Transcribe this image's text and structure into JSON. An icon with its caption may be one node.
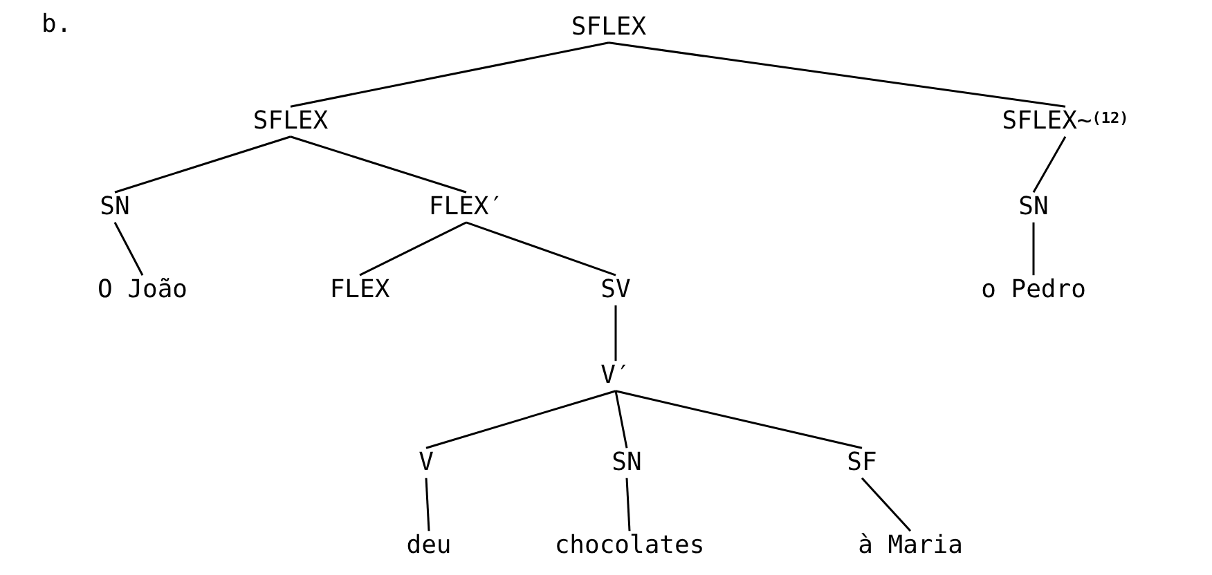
{
  "diagram": {
    "nodes": [
      {
        "text": [
          "SFLEX"
        ]
      },
      {
        "text": [
          "SFLEX"
        ]
      },
      {
        "text": [
          "SFLEX~$^{(12)}$"
        ]
      },
      {
        "text": [
          "SN"
        ]
      },
      {
        "text": [
          "FLEX′"
        ]
      },
      {
        "text": [
          "SN"
        ]
      },
      {
        "text": [
          "O João"
        ]
      },
      {
        "text": [
          "FLEX"
        ]
      },
      {
        "text": [
          "SV"
        ]
      },
      {
        "text": [
          "o Pedro"
        ]
      },
      {
        "text": [
          "V′"
        ]
      },
      {
        "text": [
          "V"
        ]
      },
      {
        "text": [
          "SN"
        ]
      },
      {
        "text": [
          "SF"
        ]
      },
      {
        "text": [
          "deu"
        ]
      },
      {
        "text": [
          "chocolates"
        ]
      },
      {
        "text": [
          "à Maria"
        ]
      }
    ],
    "edges": [
      {
        "from": 0,
        "to": 1,
        "arrow": "none"
      },
      {
        "from": 0,
        "to": 2,
        "arrow": "none"
      },
      {
        "from": 1,
        "to": 3,
        "arrow": "none"
      },
      {
        "from": 1,
        "to": 4,
        "arrow": "none"
      },
      {
        "from": 2,
        "to": 5,
        "arrow": "none"
      },
      {
        "from": 3,
        "to": 6,
        "arrow": "none"
      },
      {
        "from": 4,
        "to": 7,
        "arrow": "none"
      },
      {
        "from": 4,
        "to": 8,
        "arrow": "none"
      },
      {
        "from": 5,
        "to": 9,
        "arrow": "none"
      },
      {
        "from": 8,
        "to": 10,
        "arrow": "none"
      },
      {
        "from": 10,
        "to": 11,
        "arrow": "none"
      },
      {
        "from": 10,
        "to": 12,
        "arrow": "none"
      },
      {
        "from": 10,
        "to": 13,
        "arrow": "none"
      },
      {
        "from": 11,
        "to": 14,
        "arrow": "none"
      },
      {
        "from": 12,
        "to": 15,
        "arrow": "none"
      },
      {
        "from": 13,
        "to": 16,
        "arrow": "none"
      }
    ],
    "labels": [
      "b."
    ]
  }
}
